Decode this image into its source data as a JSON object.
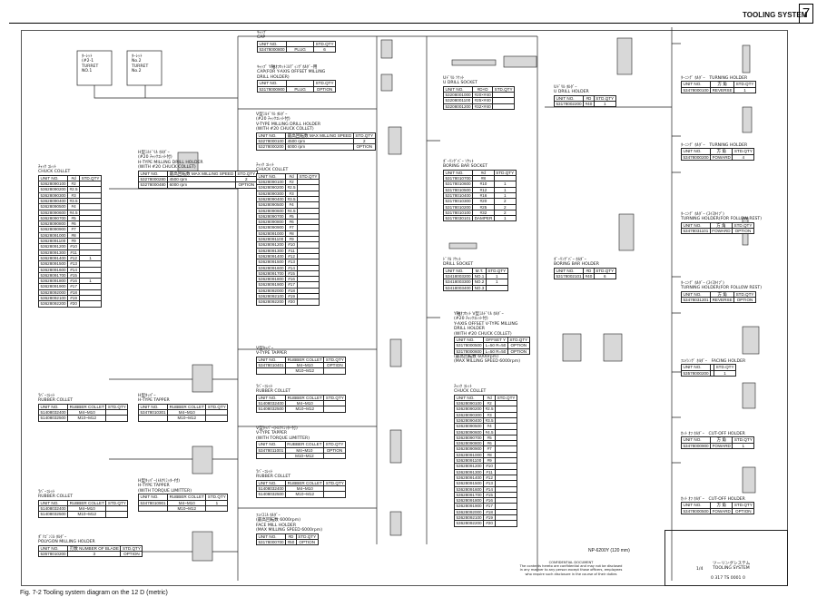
{
  "header": {
    "title": "TOOLING SYSTEM",
    "chapter": "7"
  },
  "caption": "Fig. 7-2 Tooling system diagram on the 12 D (metric)",
  "turrets": [
    {
      "label": "ﾀｰﾚｯﾄ\n(#2-1\nTURRET\nNO.1"
    },
    {
      "label": "ﾀｰﾚｯﾄ\nNo.2\nTURRET\nNo.2"
    }
  ],
  "cap": {
    "label": "ｷｬｯﾌﾟ\nCAP",
    "headers": [
      "UNIT NO.",
      "",
      "STD.QTY"
    ],
    "rows": [
      [
        "53478000800",
        "PLUG",
        "6"
      ]
    ]
  },
  "cap_plug": {
    "label": "ｷｬｯﾌﾟ Y軸ｵﾌｾｯﾄﾐﾙﾃﾞｨﾝｸﾞﾎﾙﾀﾞｰ用\nCAP(FOR Y-AXIS OFFSET MILLING\nDRILL HOLDER)",
    "headers": [
      "UNIT NO.",
      "",
      "STD.QTY"
    ],
    "rows": [
      [
        "53178000900",
        "PLUG",
        "OPTION"
      ]
    ]
  },
  "h_milling": {
    "label": "H型ﾐﾙﾄﾞﾘﾙ ﾎﾙﾀﾞｰ\n(#20 ﾁｬｯｸｺﾚｯﾄ付)\nH-TYPE MILLING DRILL HOLDER\n(WITH #20 CHUCK COLLET)",
    "headers": [
      "UNIT NO.",
      "最高回転数\nMAX MILLING SPEED",
      "STD.QTY"
    ],
    "rows": [
      [
        "53278000280",
        "4500 rpm",
        "2"
      ],
      [
        "53278000480",
        "6000 rpm",
        "OPTION"
      ]
    ]
  },
  "v_milling": {
    "label": "V型ﾐﾙﾄﾞﾘﾙ ﾎﾙﾀﾞｰ\n(#20 ﾁｬｯｸｺﾚｯﾄ付)\nV-TYPE MILLING DRILL HOLDER\n(WITH #20 CHUCK COLLET)",
    "headers": [
      "UNIT NO.",
      "最高回転数\nMAX MILLING SPEED",
      "STD.QTY"
    ],
    "rows": [
      [
        "53278000100",
        "4500 rpm",
        "2"
      ],
      [
        "53278000200",
        "6000 rpm",
        "OPTION"
      ]
    ]
  },
  "collet_left": {
    "label": "ﾁｬｯｸ ｺﾚｯﾄ\nCHUCK COLLET",
    "headers": [
      "UNIT NO.",
      "#d",
      "STD.QTY"
    ],
    "rows": [
      [
        "53628090100",
        "#2",
        ""
      ],
      [
        "53628090200",
        "#2.5",
        ""
      ],
      [
        "53628090300",
        "#3",
        ""
      ],
      [
        "53628090400",
        "#3.5",
        ""
      ],
      [
        "53628090500",
        "#4",
        ""
      ],
      [
        "53628090600",
        "#4.5",
        ""
      ],
      [
        "53628090700",
        "#5",
        ""
      ],
      [
        "53628090800",
        "#6",
        ""
      ],
      [
        "53628090900",
        "#7",
        ""
      ],
      [
        "53628091000",
        "#8",
        ""
      ],
      [
        "53628091100",
        "#9",
        ""
      ],
      [
        "53628091200",
        "#10",
        ""
      ],
      [
        "53628091300",
        "#11",
        ""
      ],
      [
        "53628091400",
        "#12",
        "1"
      ],
      [
        "53628091500",
        "#13",
        ""
      ],
      [
        "53628091600",
        "#14",
        ""
      ],
      [
        "53628091700",
        "#15",
        ""
      ],
      [
        "53628091800",
        "#16",
        "1"
      ],
      [
        "53628091900",
        "#17",
        ""
      ],
      [
        "53628092000",
        "#18",
        ""
      ],
      [
        "53628092100",
        "#19",
        ""
      ],
      [
        "53628092200",
        "#20",
        ""
      ]
    ]
  },
  "collet_mid": {
    "label": "ﾁｬｯｸ ｺﾚｯﾄ\nCHUCK COLLET",
    "headers": [
      "UNIT NO.",
      "#d",
      "STD.QTY"
    ],
    "rows": [
      [
        "53628090100",
        "#2",
        ""
      ],
      [
        "53628090200",
        "#2.5",
        ""
      ],
      [
        "53628090300",
        "#3",
        ""
      ],
      [
        "53628090400",
        "#3.5",
        ""
      ],
      [
        "53628090500",
        "#4",
        ""
      ],
      [
        "53628090600",
        "#4.5",
        ""
      ],
      [
        "53628090700",
        "#5",
        ""
      ],
      [
        "53628090800",
        "#6",
        ""
      ],
      [
        "53628090900",
        "#7",
        ""
      ],
      [
        "53628091000",
        "#8",
        ""
      ],
      [
        "53628091100",
        "#9",
        ""
      ],
      [
        "53628091200",
        "#10",
        ""
      ],
      [
        "53628091300",
        "#11",
        ""
      ],
      [
        "53628091400",
        "#12",
        ""
      ],
      [
        "53628091500",
        "#13",
        ""
      ],
      [
        "53628091600",
        "#14",
        ""
      ],
      [
        "53628091700",
        "#15",
        ""
      ],
      [
        "53628091800",
        "#16",
        ""
      ],
      [
        "53628091900",
        "#17",
        ""
      ],
      [
        "53628092000",
        "#18",
        ""
      ],
      [
        "53628092100",
        "#19",
        ""
      ],
      [
        "53628092200",
        "#20",
        ""
      ]
    ]
  },
  "collet_right": {
    "label": "ﾁｬｯｸ ｺﾚｯﾄ\nCHUCK COLLET",
    "headers": [
      "UNIT NO.",
      "#d",
      "STD.QTY"
    ],
    "rows": [
      [
        "53628090100",
        "#2",
        ""
      ],
      [
        "53628090200",
        "#2.5",
        ""
      ],
      [
        "53628090300",
        "#3",
        ""
      ],
      [
        "53628090400",
        "#3.5",
        ""
      ],
      [
        "53628090500",
        "#4",
        ""
      ],
      [
        "53628090600",
        "#4.5",
        ""
      ],
      [
        "53628090700",
        "#5",
        ""
      ],
      [
        "53628090800",
        "#6",
        ""
      ],
      [
        "53628090900",
        "#7",
        ""
      ],
      [
        "53628091000",
        "#8",
        ""
      ],
      [
        "53628091100",
        "#9",
        ""
      ],
      [
        "53628091200",
        "#10",
        ""
      ],
      [
        "53628091300",
        "#11",
        ""
      ],
      [
        "53628091400",
        "#12",
        ""
      ],
      [
        "53628091500",
        "#13",
        ""
      ],
      [
        "53628091600",
        "#14",
        ""
      ],
      [
        "53628091700",
        "#15",
        ""
      ],
      [
        "53628091800",
        "#16",
        ""
      ],
      [
        "53628091900",
        "#17",
        ""
      ],
      [
        "53628092000",
        "#18",
        ""
      ],
      [
        "53628092100",
        "#19",
        ""
      ],
      [
        "53628092200",
        "#20",
        ""
      ]
    ]
  },
  "rubber_left": {
    "label": "ﾗﾊﾞｰｺﾚｯﾄ\nRUBBER COLLET",
    "headers": [
      "UNIT NO.",
      "RUBBER COLLET",
      "STD.QTY"
    ],
    "rows": [
      [
        "51408032400",
        "M4~M10",
        ""
      ],
      [
        "51408032500",
        "M10~M12",
        ""
      ]
    ]
  },
  "h_tapper": {
    "label": "H型ﾀｯﾊﾟｰ\nH-TYPE TAPPER",
    "headers": [
      "UNIT NO.",
      "RUBBER COLLET",
      "STD.QTY"
    ],
    "rows": [
      [
        "53478010301",
        "M4~M10",
        ""
      ],
      [
        "",
        "M10~M12",
        ""
      ]
    ]
  },
  "rubber_left2": {
    "label": "ﾗﾊﾞｰｺﾚｯﾄ\nRUBBER COLLET",
    "headers": [
      "UNIT NO.",
      "RUBBER COLLET",
      "STD.QTY"
    ],
    "rows": [
      [
        "51408032400",
        "M4~M10",
        ""
      ],
      [
        "51408032500",
        "M10~M12",
        ""
      ]
    ]
  },
  "h_tapper_tl": {
    "label": "H型ﾀｯﾊﾟｰ(ﾄﾙｸﾘﾐｯﾀｰ付)\nH-TYPE TAPPER\n(WITH TORQUE LIMITTER)",
    "headers": [
      "UNIT NO.",
      "RUBBER COLLET",
      "STD.QTY"
    ],
    "rows": [
      [
        "53478010901",
        "M4~M10",
        "1"
      ],
      [
        "",
        "M10~M12",
        ""
      ]
    ]
  },
  "polygon": {
    "label": "ﾎﾟﾘｺﾞﾝﾐﾙ ﾎﾙﾀﾞｰ\nPOLYGON MILLING HOLDER",
    "headers": [
      "UNIT NO.",
      "刃数\nNUMBER OF BLADE",
      "STD.QTY"
    ],
    "rows": [
      [
        "53578010200",
        "3",
        "OPTION"
      ]
    ]
  },
  "v_tapper": {
    "label": "V型ﾀｯﾊﾟｰ\nV-TYPE TAPPER",
    "headers": [
      "UNIT NO.",
      "RUBBER COLLET",
      "STD.QTY"
    ],
    "rows": [
      [
        "53478010401",
        "M4~M10",
        "OPTION"
      ],
      [
        "",
        "M10~M12",
        ""
      ]
    ]
  },
  "rubber_mid": {
    "label": "ﾗﾊﾞｰｺﾚｯﾄ\nRUBBER COLLET",
    "headers": [
      "UNIT NO.",
      "RUBBER COLLET",
      "STD.QTY"
    ],
    "rows": [
      [
        "51408032400",
        "M4~M10",
        ""
      ],
      [
        "51408032500",
        "M10~M12",
        ""
      ]
    ]
  },
  "v_tapper_tl": {
    "label": "V型ﾀｯﾊﾟｰ(ﾄﾙｸﾘﾐｯﾀｰ付)\nV-TYPE TAPPER\n(WITH TORQUE LIMITTER)",
    "headers": [
      "UNIT NO.",
      "RUBBER COLLET",
      "STD.QTY"
    ],
    "rows": [
      [
        "53478011001",
        "M4~M10",
        "OPTION"
      ],
      [
        "",
        "M10~M12",
        ""
      ]
    ]
  },
  "rubber_mid2": {
    "label": "ﾗﾊﾞｰｺﾚｯﾄ\nRUBBER COLLET",
    "headers": [
      "UNIT NO.",
      "RUBBER COLLET",
      "STD.QTY"
    ],
    "rows": [
      [
        "51408032400",
        "M4~M10",
        ""
      ],
      [
        "51408032500",
        "M10~M12",
        ""
      ]
    ]
  },
  "face_mill": {
    "label": "ﾌｪｲｽﾐﾙ ﾎﾙﾀﾞｰ\n(最高回転数 6000rpm)\nFACE MILL HOLDER\n(MAX MILLING SPEED 6000rpm)",
    "headers": [
      "UNIT NO.",
      "#D",
      "STD.QTY"
    ],
    "rows": [
      [
        "53178000700",
        "#50",
        "OPTION"
      ]
    ]
  },
  "u_drill_socket": {
    "label": "Uﾄﾞﾘﾙ ｿｹｯﾄ\nU DRILL SOCKET",
    "headers": [
      "UNIT NO.",
      "#D×D",
      "STD.QTY"
    ],
    "rows": [
      [
        "53208001000",
        "#20×#40",
        ""
      ],
      [
        "53208001100",
        "#25×#40",
        ""
      ],
      [
        "53208001200",
        "#32×#40",
        ""
      ]
    ]
  },
  "u_drill_holder": {
    "label": "Uﾄﾞﾘﾙ ﾎﾙﾀﾞｰ\nU DRILL HOLDER",
    "headers": [
      "UNIT NO.",
      "#D",
      "STD.QTY"
    ],
    "rows": [
      [
        "53178002200",
        "#40",
        "1"
      ]
    ]
  },
  "boring_socket": {
    "label": "ﾎﾞｰﾘﾝｸﾞﾊﾞｰ ｿｹｯﾄ\nBORING BAR SOCKET",
    "headers": [
      "UNIT NO.",
      "#d",
      "STD.QTY"
    ],
    "rows": [
      [
        "53178010700",
        "#8",
        ""
      ],
      [
        "53178010600",
        "#10",
        "1"
      ],
      [
        "53178010500",
        "#12",
        "1"
      ],
      [
        "53178010400",
        "#16",
        "1"
      ],
      [
        "53178010300",
        "#20",
        "2"
      ],
      [
        "53178010200",
        "#25",
        "2"
      ],
      [
        "53178010100",
        "#32",
        "2"
      ],
      [
        "53178030101",
        "DAMPER",
        "1"
      ]
    ]
  },
  "drill_socket": {
    "label": "ﾄﾞﾘﾙ ｿｹｯﾄ\nDRILL SOCKET",
    "headers": [
      "UNIT NO.",
      "M.T.",
      "STD.QTY"
    ],
    "rows": [
      [
        "53418003200",
        "NO.1",
        "1"
      ],
      [
        "53418003300",
        "NO.2",
        "1"
      ],
      [
        "53418003400",
        "NO.3",
        ""
      ]
    ]
  },
  "boring_holder": {
    "label": "ﾎﾞｰﾘﾝｸﾞﾊﾞｰ ﾎﾙﾀﾞｰ\nBORING BAR HOLDER",
    "headers": [
      "UNIT NO.",
      "#D",
      "STD.QTY"
    ],
    "rows": [
      [
        "53178002101",
        "#40",
        "6"
      ]
    ]
  },
  "y_offset": {
    "label": "Y軸ｵﾌｾｯﾄ V型ﾐﾙﾄﾞﾘﾙ ﾎﾙﾀﾞｰ\n(#20 ﾁｬｯｸｺﾚｯﾄ付)\nY-AXIS OFFSET V-TYPE MILLING\nDRILL HOLDER\n(WITH #20 CHUCK COLLET)",
    "headers": [
      "UNIT NO.",
      "OFFSET Y",
      "STD.QTY"
    ],
    "rows": [
      [
        "53178000500",
        "L=50 R=50",
        "OPTION"
      ],
      [
        "53178000600",
        "L=50 R=50",
        "OPTION"
      ]
    ],
    "note": "(最高回転数 6000rpm)\n(MAX MILLING SPEED 6000rpm)"
  },
  "turning1": {
    "label": "ﾀｰﾆﾝｸﾞ ﾎﾙﾀﾞｰ　TURNING HOLDER",
    "headers": [
      "UNIT NO.",
      "方 角",
      "STD.QTY"
    ],
    "rows": [
      [
        "53478000100",
        "REVERSE",
        "1"
      ]
    ]
  },
  "turning2": {
    "label": "ﾀｰﾆﾝｸﾞ ﾎﾙﾀﾞｰ　TURNING HOLDER",
    "headers": [
      "UNIT NO.",
      "方 角",
      "STD.QTY"
    ],
    "rows": [
      [
        "53478000200",
        "FOWARD",
        "4"
      ]
    ]
  },
  "turning3": {
    "label": "ﾀｰﾆﾝｸﾞ ﾎﾙﾀﾞｰ (ｽｲｽﾀｲﾌﾟ)\nTURNING HOLDER(FOR FOLLOW REST)",
    "headers": [
      "UNIT NO.",
      "方 角",
      "STD.QTY"
    ],
    "rows": [
      [
        "53478031101",
        "FOWARD",
        "OPTION"
      ]
    ]
  },
  "turning4": {
    "label": "ﾀｰﾆﾝｸﾞ ﾎﾙﾀﾞｰ (ｽｲｽﾀｲﾌﾟ)\nTURNING HOLDER(FOR FOLLOW REST)",
    "headers": [
      "UNIT NO.",
      "方 角",
      "STD.QTY"
    ],
    "rows": [
      [
        "53478031201",
        "REVERSE",
        "OPTION"
      ]
    ]
  },
  "facing": {
    "label": "ﾌｪｲｼﾝｸﾞ ﾎﾙﾀﾞｰ　FACING HOLDER",
    "headers": [
      "UNIT NO.",
      "",
      "STD.QTY"
    ],
    "rows": [
      [
        "53578000200",
        "",
        "1"
      ]
    ]
  },
  "cutoff1": {
    "label": "ｶｯﾄ ｵﾌ ﾎﾙﾀﾞｰ　CUT-OFF HOLDER",
    "headers": [
      "UNIT NO.",
      "方 角",
      "STD.QTY"
    ],
    "rows": [
      [
        "53478000900",
        "FOWARD",
        "1"
      ]
    ]
  },
  "cutoff2": {
    "label": "ｶｯﾄ ｵﾌ ﾎﾙﾀﾞｰ　CUT-OFF HOLDER",
    "headers": [
      "UNIT NO.",
      "方 角",
      "STD.QTY"
    ],
    "rows": [
      [
        "53478000500",
        "FOWARD",
        "OPTION"
      ]
    ]
  },
  "model_label": "NP-6200Y (120 mm)",
  "confidential": "CONFIDENTIAL DOCUMENT\nThe contents hereto are confidential and may not be disclosed\nin any manner to any person except those officers, employees\nwho require such disclosure in the course of their duties",
  "titleblock": {
    "title": "ツーリングシステム\nTOOLING SYSTEM",
    "scale": "1/4",
    "drawing": "0 317 TS 0001 0"
  }
}
